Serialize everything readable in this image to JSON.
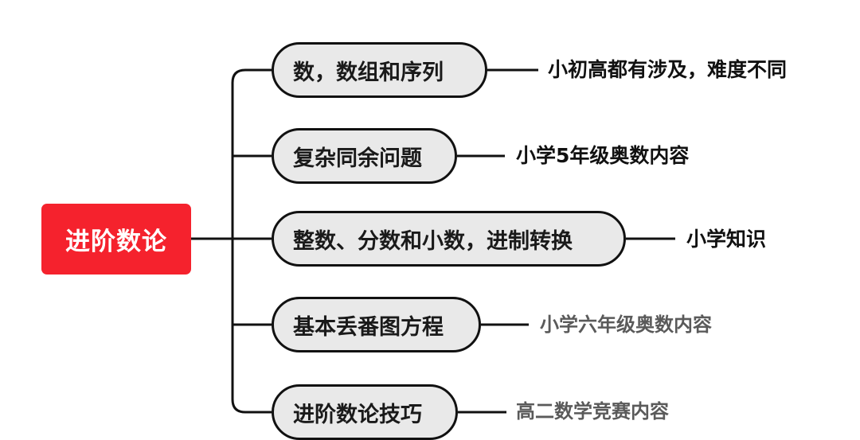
{
  "root": {
    "label": "进阶数论",
    "color": "#f5222d"
  },
  "branches": [
    {
      "label": "数，数组和序列",
      "note": "小初高都有涉及，难度不同"
    },
    {
      "label": "复杂同余问题",
      "note": "小学5年级奥数内容"
    },
    {
      "label": "整数、分数和小数，进制转换",
      "note": "小学知识"
    },
    {
      "label": "基本丢番图方程",
      "note": "小学六年级奥数内容"
    },
    {
      "label": "进阶数论技巧",
      "note": "高二数学竞赛内容"
    }
  ]
}
